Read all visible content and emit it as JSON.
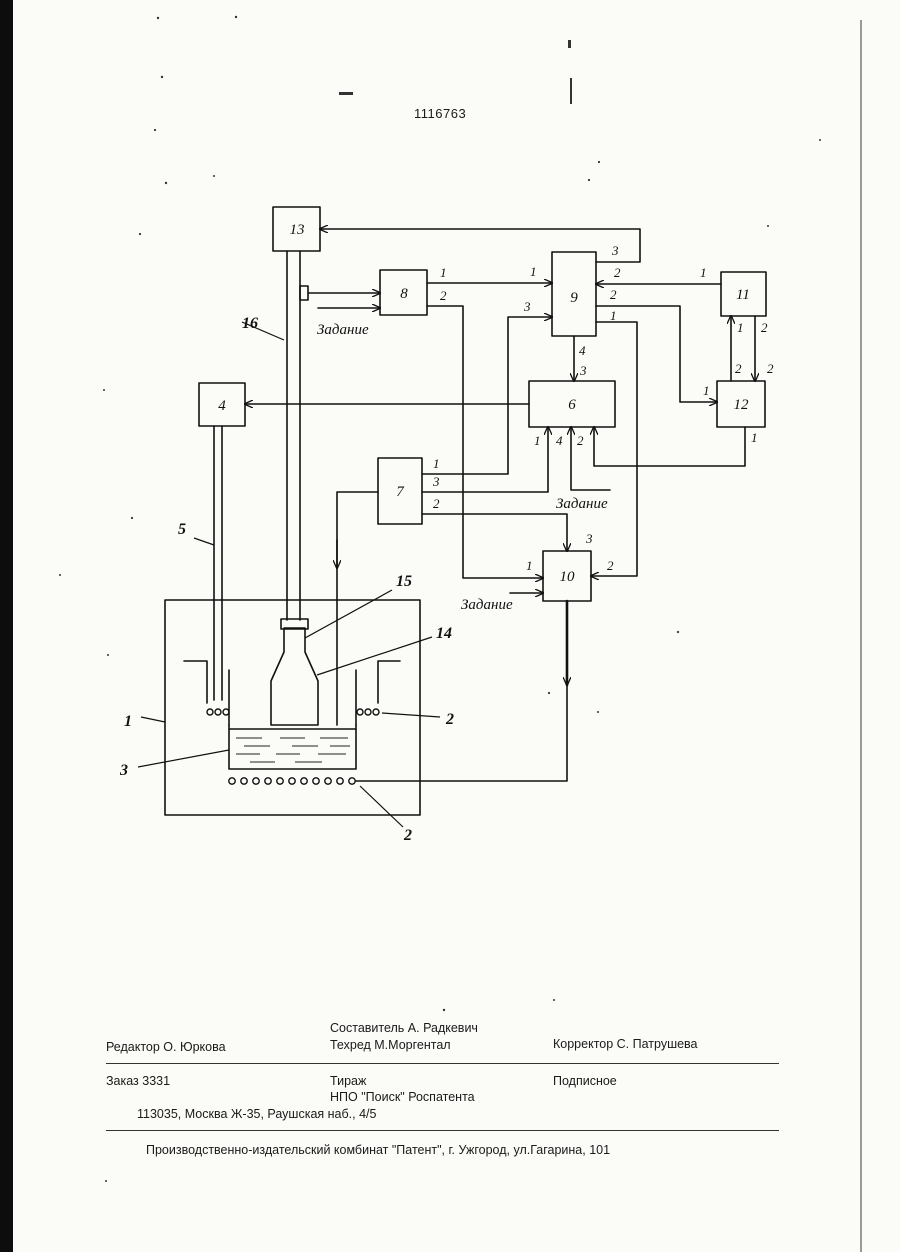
{
  "document": {
    "patent_number": "1116763"
  },
  "diagram": {
    "blocks": [
      "13",
      "8",
      "9",
      "11",
      "4",
      "6",
      "12",
      "7",
      "10"
    ],
    "setpoint_label": "Задание",
    "callouts": {
      "rod": "16",
      "probe": "5",
      "cap": "15",
      "bottle": "14",
      "chamber": "1",
      "liquid": "3",
      "heater_upper": "2",
      "heater_lower": "2"
    },
    "port_numbers": {
      "n1": "1",
      "n2": "2",
      "n3": "3",
      "n4": "4"
    }
  },
  "footer": {
    "editor": "Редактор  О. Юркова",
    "compiler": "Составитель   А. Радкевич",
    "techred": "Техред М.Моргентал",
    "corrector": "Корректор   С. Патрушева",
    "order": "Заказ 3331",
    "circulation": "Тираж",
    "publisher": "НПО \"Поиск\" Роспатента",
    "subscription": "Подписное",
    "address": "113035, Москва  Ж-35, Раушская наб., 4/5",
    "plant": "Производственно-издательский комбинат \"Патент\", г. Ужгород, ул.Гагарина, 101"
  }
}
